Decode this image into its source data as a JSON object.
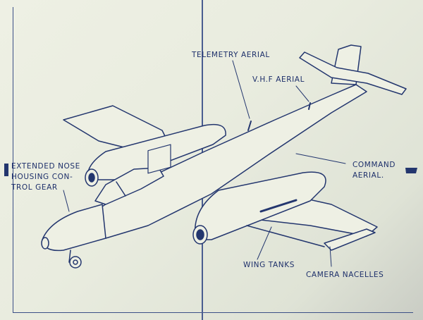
{
  "labels": {
    "telemetry_aerial": "TELEMETRY AERIAL",
    "vhf_aerial": "V.H.F AERIAL",
    "command_aerial_line1": "COMMAND",
    "command_aerial_line2": "AERIAL.",
    "extended_nose_line1": "EXTENDED NOSE",
    "extended_nose_line2": "HOUSING CON-",
    "extended_nose_line3": "TROL GEAR",
    "wing_tanks": "WING TANKS",
    "camera_nacelles": "CAMERA NACELLES"
  },
  "colors": {
    "ink": "#1d2f6a",
    "paper": "#eef0e4",
    "background": "#2a3a5c"
  }
}
